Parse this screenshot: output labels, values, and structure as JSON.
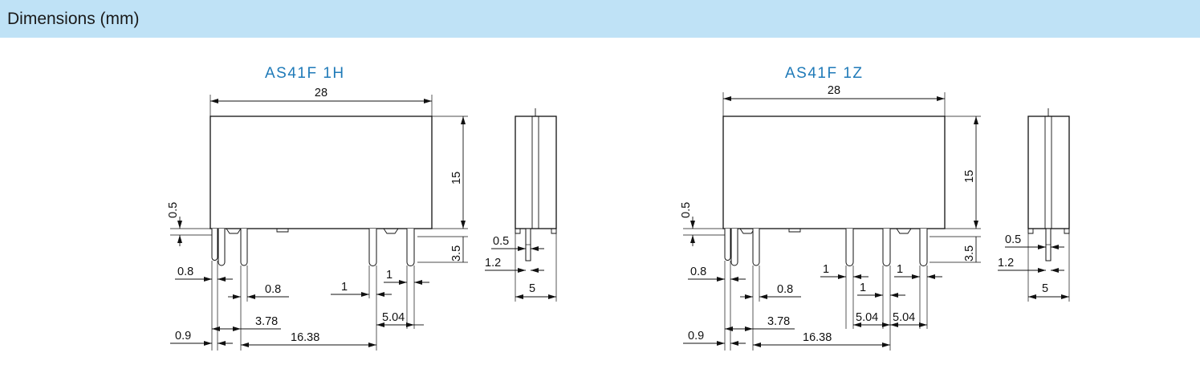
{
  "header": {
    "title": "Dimensions (mm)"
  },
  "left": {
    "title": "AS41F  1H",
    "dims": {
      "width": "28",
      "height": "15",
      "standoff": "0.5",
      "pin_length": "3.5",
      "pin_width_a": "0.8",
      "pin_width_b": "0.8",
      "pin_edge": "0.9",
      "pitch_a": "3.78",
      "pitch_b": "16.38",
      "pin_width_c": "1",
      "pin_width_d": "1",
      "pitch_c": "5.04"
    },
    "side": {
      "pin_w": "0.5",
      "pin_t": "1.2",
      "depth": "5"
    }
  },
  "right": {
    "title": "AS41F  1Z",
    "dims": {
      "width": "28",
      "height": "15",
      "standoff": "0.5",
      "pin_length": "3.5",
      "pin_width_a": "0.8",
      "pin_width_b": "0.8",
      "pin_edge": "0.9",
      "pitch_a": "3.78",
      "pitch_b": "16.38",
      "pin_width_c": "1",
      "pin_width_d": "1",
      "pin_width_e": "1",
      "pitch_c": "5.04",
      "pitch_d": "5.04"
    },
    "side": {
      "pin_w": "0.5",
      "pin_t": "1.2",
      "depth": "5"
    }
  }
}
